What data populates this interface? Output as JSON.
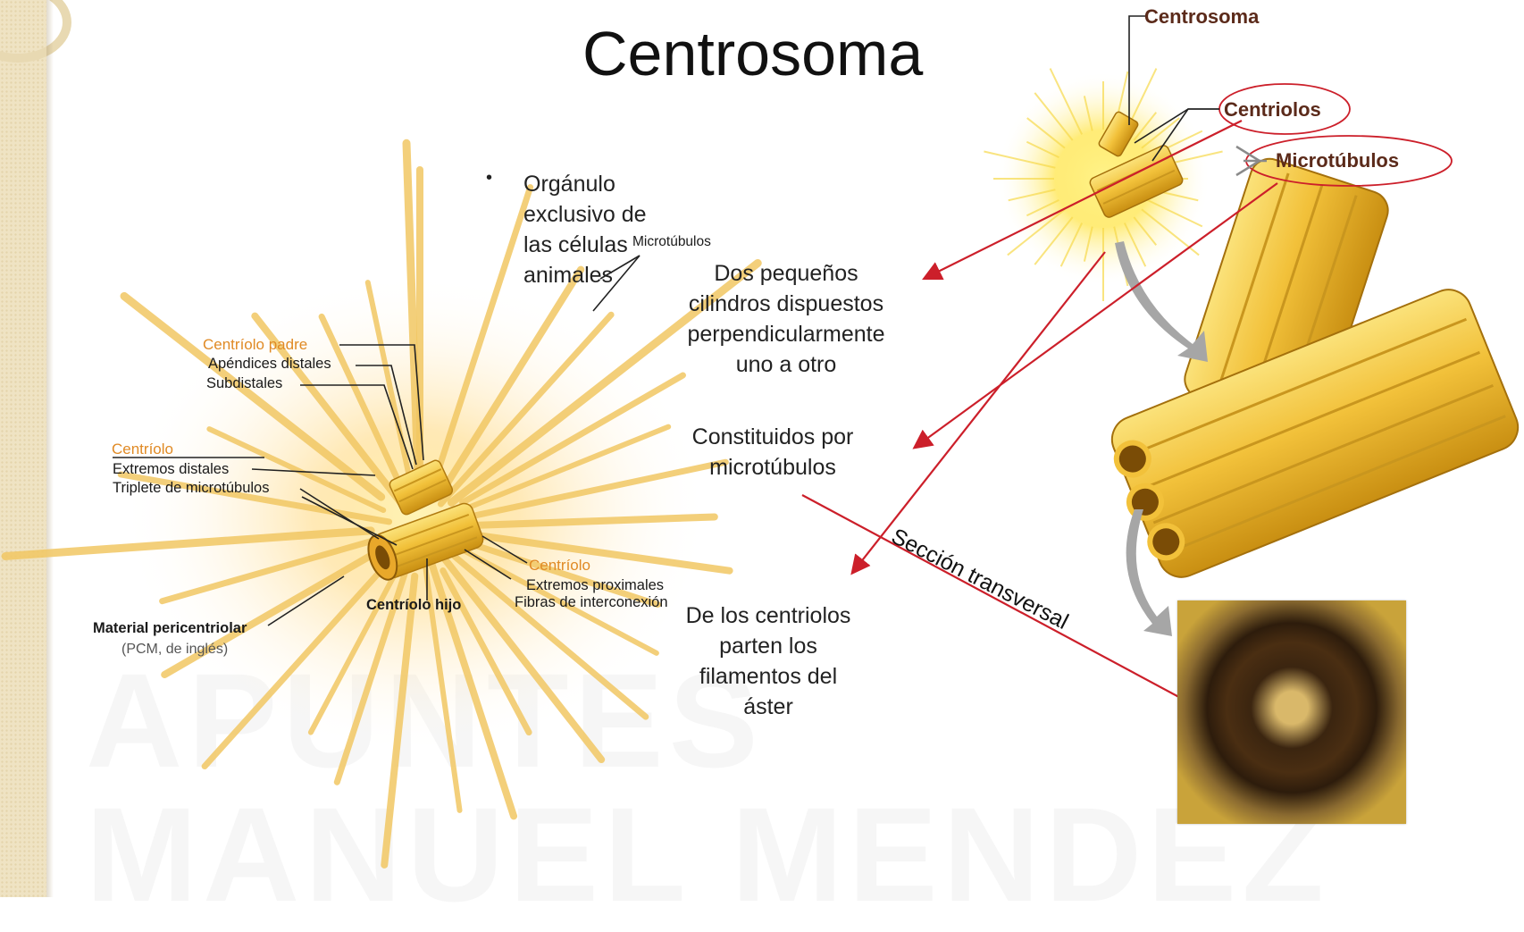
{
  "title": "Centrosoma",
  "bullet": "Orgánulo exclusivo de las células animales",
  "texts": {
    "dos": [
      "Dos pequeños",
      "cilindros dispuestos",
      "perpendicularmente",
      "uno a otro"
    ],
    "constituidos": [
      "Constituidos por",
      "microtúbulos"
    ],
    "centriolos": [
      "De los centriolos",
      "parten los",
      "filamentos del",
      "áster"
    ],
    "seccion": "Sección transversal"
  },
  "left_labels": {
    "microtubulos": "Microtúbulos",
    "centriolo_padre": "Centríolo padre",
    "apendices": "Apéndices distales",
    "subdistales": "Subdistales",
    "centriolo": "Centríolo",
    "extremos_distales": "Extremos distales",
    "triplete": "Triplete de microtúbulos",
    "centriolo2": "Centríolo",
    "extremos_proximales": "Extremos proximales",
    "fibras": "Fibras de interconexión",
    "centriolo_hijo": "Centríolo hijo",
    "material": "Material pericentriolar",
    "pcm": "(PCM, de inglés)"
  },
  "right_labels": {
    "centrosoma": "Centrosoma",
    "centriolos": "Centriolos",
    "microtubulos": "Microtúbulos"
  },
  "watermark": [
    "APUNTES",
    "MANUEL MENDEZ"
  ],
  "colors": {
    "accent_red": "#cc1f2a",
    "orange_label": "#e08a25",
    "tube_gold": "#f2c44a"
  }
}
